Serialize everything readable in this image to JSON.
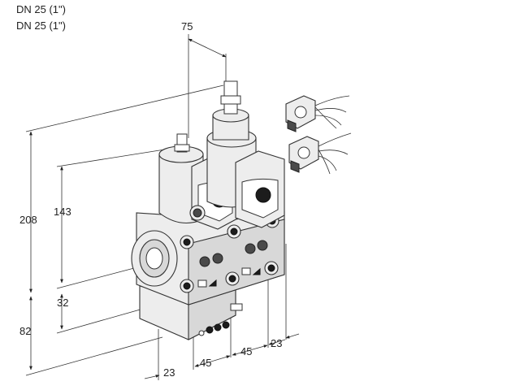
{
  "titles": [
    "DN 25 (1\")",
    "DN 25 (1\")"
  ],
  "dimensions": {
    "d75": "75",
    "d208": "208",
    "d143": "143",
    "d32": "32",
    "d82": "82",
    "d23_bottom": "23",
    "d45_left": "45",
    "d45_right": "45",
    "d23_right": "23"
  }
}
